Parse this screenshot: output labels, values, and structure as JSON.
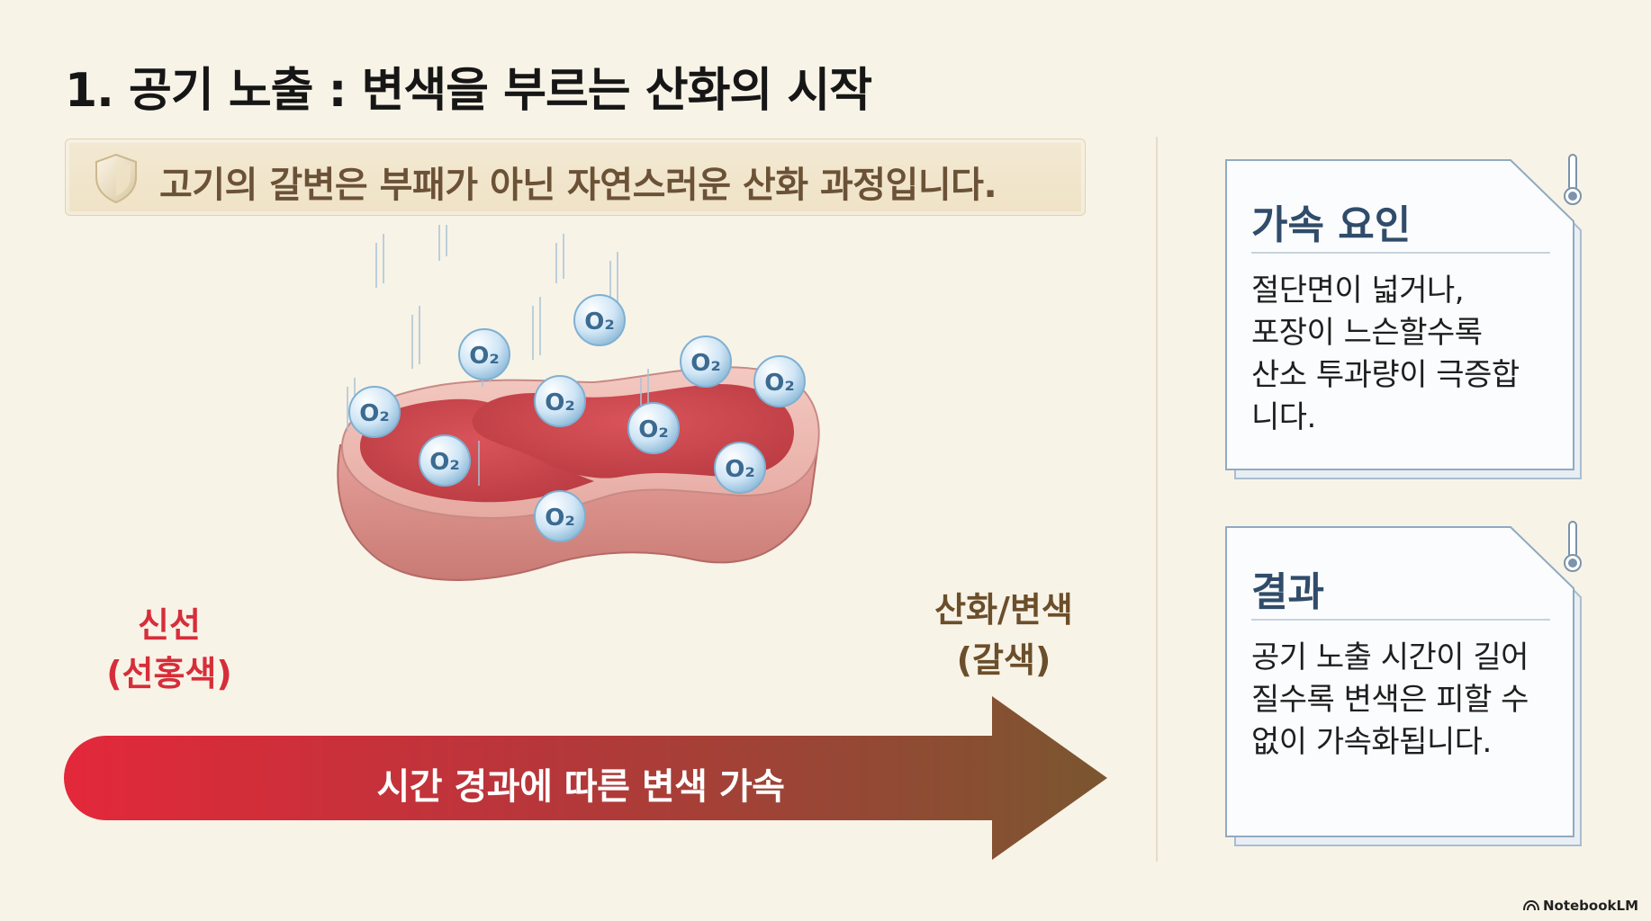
{
  "title": "1. 공기 노출 : 변색을 부르는 산화의 시작",
  "banner": {
    "text": "고기의 갈변은 부패가 아닌 자연스러운 산화 과정입니다.",
    "icon": "shield-icon"
  },
  "illustration": {
    "molecule_label": "O₂"
  },
  "labels": {
    "fresh_line1": "신선",
    "fresh_line2": "(선홍색)",
    "oxidized_line1": "산화/변색",
    "oxidized_line2": "(갈색)"
  },
  "arrow": {
    "text": "시간 경과에 따른 변색 가속",
    "color_start": "#e3283a",
    "color_end": "#7a5630"
  },
  "cards": [
    {
      "title": "가속 요인",
      "body": [
        "절단면이 넓거나,",
        "포장이 느슨할수록",
        "산소 투과량이 극증합",
        "니다."
      ],
      "icon": "thermometer-icon"
    },
    {
      "title": "결과",
      "body": [
        "공기 노출 시간이 길어",
        "질수록 변색은 피할 수",
        "없이 가속화됩니다."
      ],
      "icon": "thermometer-icon"
    }
  ],
  "brand": "NotebookLM",
  "colors": {
    "background": "#f8f3e7",
    "fresh_red": "#d72d3a",
    "brown": "#6b4e2a",
    "card_title": "#304c6a"
  }
}
